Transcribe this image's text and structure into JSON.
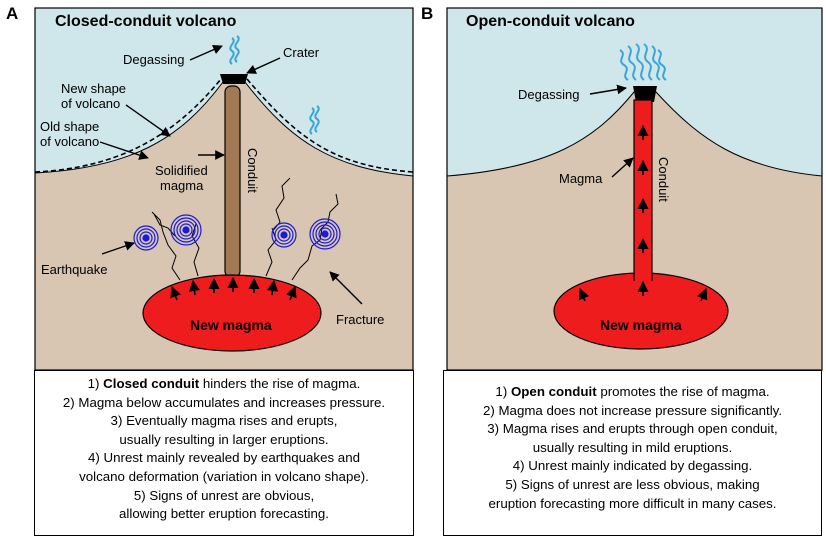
{
  "panel_a": {
    "letter": "A",
    "title": "Closed-conduit volcano",
    "labels": {
      "degassing": "Degassing",
      "crater": "Crater",
      "new_shape_1": "New shape",
      "new_shape_2": "of volcano",
      "old_shape_1": "Old shape",
      "old_shape_2": "of volcano",
      "conduit": "Conduit",
      "solidified_1": "Solidified",
      "solidified_2": "magma",
      "earthquake": "Earthquake",
      "fracture": "Fracture",
      "new_magma": "New magma"
    },
    "text": {
      "l1_pre": "1) ",
      "l1_bold": "Closed conduit",
      "l1_post": " hinders the rise of magma.",
      "l2": "2) Magma below accumulates and increases pressure.",
      "l3a": "3) Eventually magma rises and erupts,",
      "l3b": "usually resulting in larger eruptions.",
      "l4a": "4) Unrest mainly revealed by earthquakes and",
      "l4b": "volcano deformation (variation in volcano shape).",
      "l5a": "5) Signs of unrest are obvious,",
      "l5b": "allowing better eruption forecasting."
    }
  },
  "panel_b": {
    "letter": "B",
    "title": "Open-conduit volcano",
    "labels": {
      "degassing": "Degassing",
      "magma": "Magma",
      "conduit": "Conduit",
      "new_magma": "New magma"
    },
    "text": {
      "l1_pre": "1) ",
      "l1_bold": "Open conduit",
      "l1_post": " promotes the rise of magma.",
      "l2": "2) Magma does not increase pressure significantly.",
      "l3a": "3) Magma rises and erupts through open conduit,",
      "l3b": "usually resulting in mild eruptions.",
      "l4": "4) Unrest mainly indicated by degassing.",
      "l5a": "5) Signs of unrest are less obvious, making",
      "l5b": "eruption forecasting more difficult in many cases."
    }
  },
  "colors": {
    "sky": "#cfe6ea",
    "ground": "#d8c6b2",
    "magma": "#ee1c1c",
    "solidified_conduit": "#a17a55",
    "gas": "#3aa6d6",
    "earthquake": "#1a1adb"
  }
}
